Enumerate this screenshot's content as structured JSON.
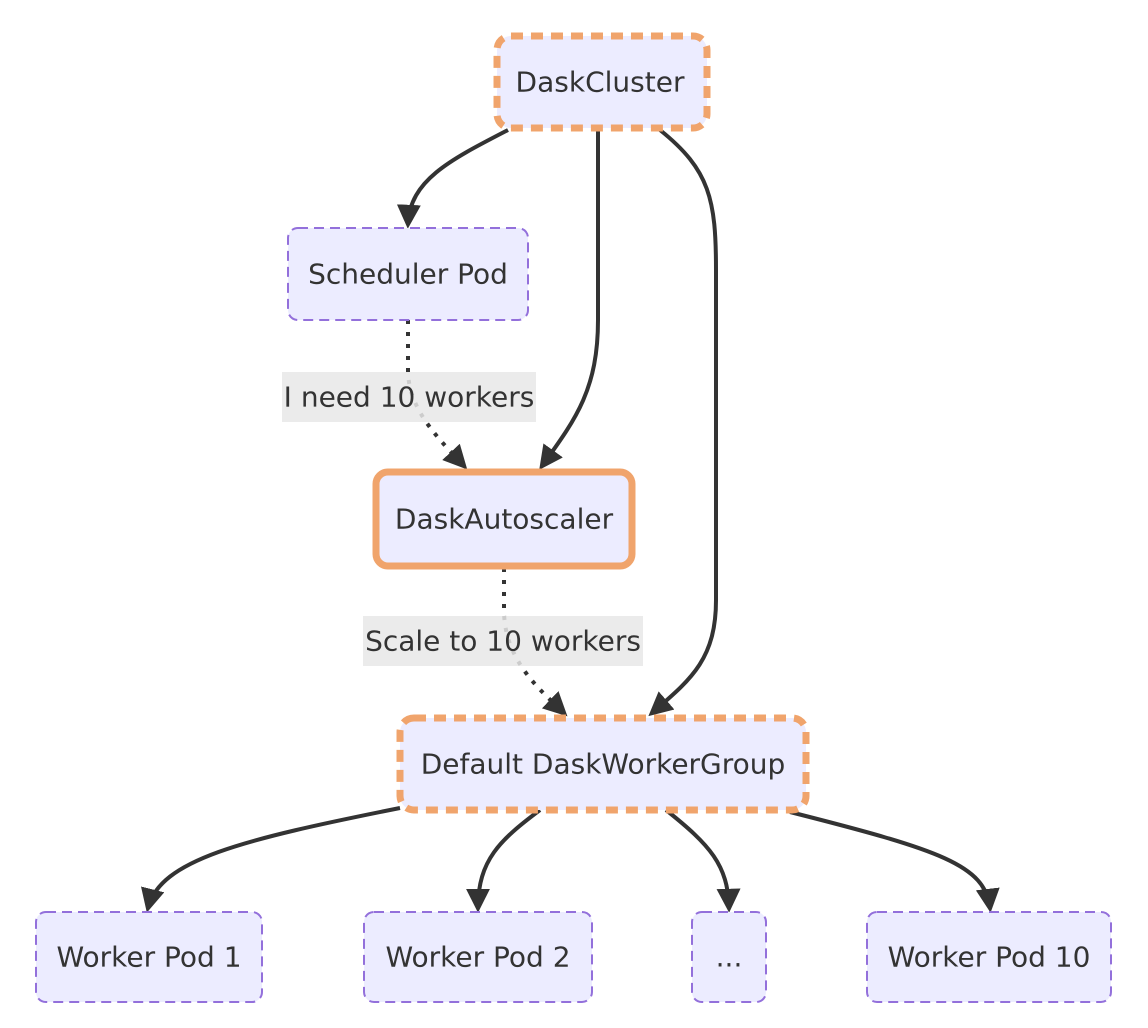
{
  "colors": {
    "node_fill": "#ECECFF",
    "pod_border": "#9370DB",
    "resource_border": "#F0A46C",
    "edge": "#333333",
    "edge_label_bg": "#e8e8e8",
    "text": "#333333"
  },
  "nodes": {
    "daskcluster": {
      "label": "DaskCluster",
      "style": "resource-dashed"
    },
    "scheduler_pod": {
      "label": "Scheduler Pod",
      "style": "pod-dashed"
    },
    "daskautoscaler": {
      "label": "DaskAutoscaler",
      "style": "resource-solid"
    },
    "workergroup": {
      "label": "Default DaskWorkerGroup",
      "style": "resource-dashed"
    },
    "worker_pod_1": {
      "label": "Worker Pod 1",
      "style": "pod-dashed"
    },
    "worker_pod_2": {
      "label": "Worker Pod 2",
      "style": "pod-dashed"
    },
    "worker_pod_ellipsis": {
      "label": "...",
      "style": "pod-dashed"
    },
    "worker_pod_10": {
      "label": "Worker Pod 10",
      "style": "pod-dashed"
    }
  },
  "edges": [
    {
      "from": "DaskCluster",
      "to": "Scheduler Pod",
      "style": "solid",
      "label": ""
    },
    {
      "from": "DaskCluster",
      "to": "DaskAutoscaler",
      "style": "solid",
      "label": ""
    },
    {
      "from": "DaskCluster",
      "to": "Default DaskWorkerGroup",
      "style": "solid",
      "label": ""
    },
    {
      "from": "Scheduler Pod",
      "to": "DaskAutoscaler",
      "style": "dotted",
      "label": "I need 10 workers"
    },
    {
      "from": "DaskAutoscaler",
      "to": "Default DaskWorkerGroup",
      "style": "dotted",
      "label": "Scale to 10 workers"
    },
    {
      "from": "Default DaskWorkerGroup",
      "to": "Worker Pod 1",
      "style": "solid",
      "label": ""
    },
    {
      "from": "Default DaskWorkerGroup",
      "to": "Worker Pod 2",
      "style": "solid",
      "label": ""
    },
    {
      "from": "Default DaskWorkerGroup",
      "to": "...",
      "style": "solid",
      "label": ""
    },
    {
      "from": "Default DaskWorkerGroup",
      "to": "Worker Pod 10",
      "style": "solid",
      "label": ""
    }
  ],
  "edge_labels": {
    "scheduler_to_autoscaler": "I need 10 workers",
    "autoscaler_to_workergroup": "Scale to 10 workers"
  }
}
